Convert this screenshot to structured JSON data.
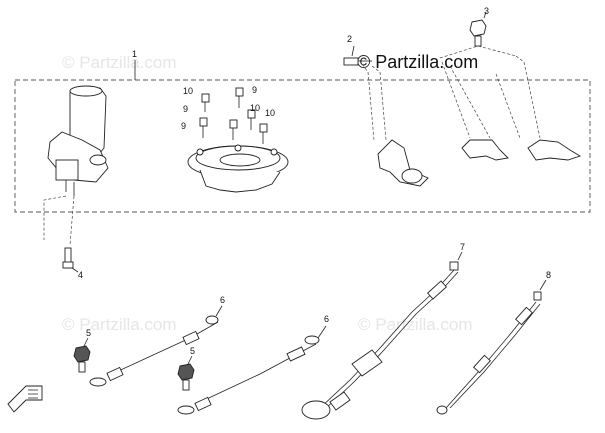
{
  "watermarks": {
    "primary": "© Partzilla.com",
    "faint": "© Partzilla.com"
  },
  "callouts": {
    "ignition_switch_assembly": "1",
    "bolt_top": "2",
    "bolt_right": "3",
    "bolt_bottom_left": "4",
    "bolt_left_a": "5",
    "bolt_left_b": "5",
    "cable_left": "6",
    "cable_middle": "6",
    "cable_throttle": "7",
    "cable_right": "8",
    "screw_left": "9",
    "screw_right": "9",
    "screw_center_left": "10",
    "screw_center_right": "10"
  },
  "icons": {
    "front_arrow": "front-direction-arrow-icon"
  }
}
